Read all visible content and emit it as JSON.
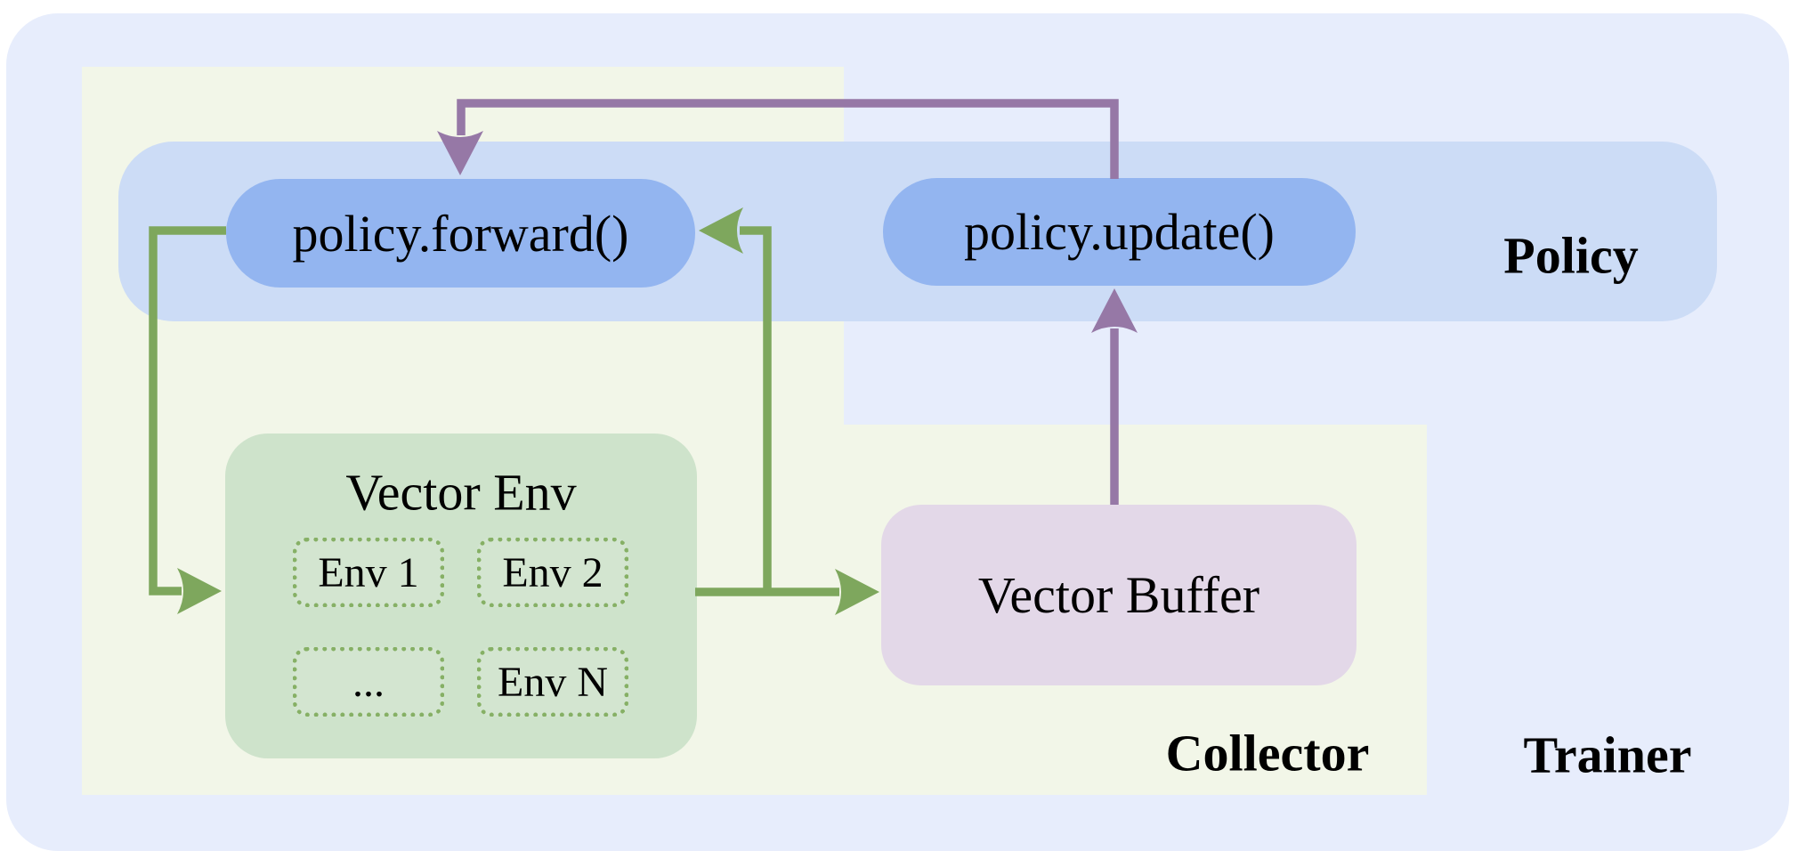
{
  "diagram": {
    "regions": {
      "trainer": {
        "label": "Trainer"
      },
      "collector": {
        "label": "Collector"
      },
      "policy": {
        "label": "Policy"
      }
    },
    "nodes": {
      "policy_forward": {
        "label": "policy.forward()"
      },
      "policy_update": {
        "label": "policy.update()"
      },
      "vector_env": {
        "title": "Vector Env",
        "envs": [
          "Env 1",
          "Env 2",
          "...",
          "Env N"
        ]
      },
      "vector_buffer": {
        "label": "Vector Buffer"
      }
    },
    "arrows": [
      {
        "name": "policy-forward-to-vector-env",
        "color_name": "green"
      },
      {
        "name": "vector-env-to-policy-forward",
        "color_name": "green"
      },
      {
        "name": "vector-env-to-vector-buffer",
        "color_name": "green"
      },
      {
        "name": "vector-buffer-to-policy-update",
        "color_name": "purple"
      },
      {
        "name": "policy-update-to-policy-forward",
        "color_name": "purple"
      }
    ],
    "colors": {
      "trainer_bg": "#e7edfc",
      "collector_bg": "#f2f6e8",
      "policy_band_bg": "#ccdcf6",
      "method_pill_bg": "#93b5f0",
      "vector_env_bg": "#cee3cb",
      "env_dotted_border": "#86b065",
      "vector_buffer_bg": "#e3d8e8",
      "green_arrow": "#7ea75d",
      "purple_arrow": "#9678a6",
      "text": "#000000"
    }
  }
}
